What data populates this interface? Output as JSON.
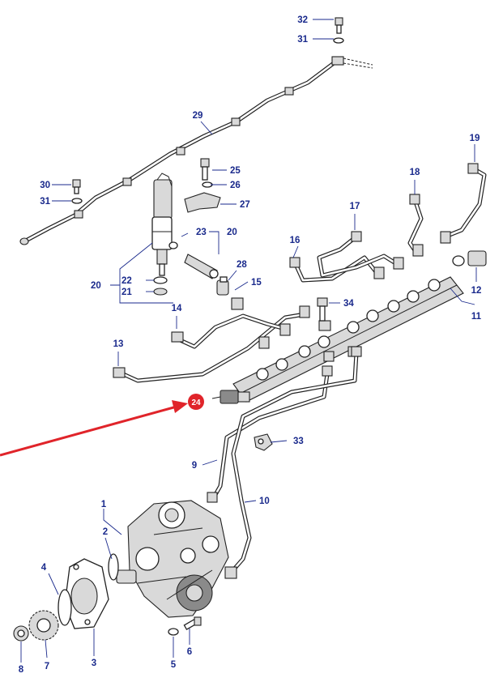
{
  "diagram": {
    "callouts": {
      "c32": "32",
      "c31a": "31",
      "c29": "29",
      "c30": "30",
      "c31b": "31",
      "c25": "25",
      "c26": "26",
      "c27": "27",
      "c23": "23",
      "c20a": "20",
      "c20b": "20",
      "c22": "22",
      "c21": "21",
      "c28": "28",
      "c15": "15",
      "c19": "19",
      "c18": "18",
      "c17": "17",
      "c16": "16",
      "c12": "12",
      "c11": "11",
      "c34": "34",
      "c14": "14",
      "c13": "13",
      "c24": "24",
      "c33": "33",
      "c9": "9",
      "c10": "10",
      "c1": "1",
      "c2": "2",
      "c4": "4",
      "c7": "7",
      "c8": "8",
      "c3": "3",
      "c5": "5",
      "c6": "6"
    },
    "highlight_color": "#e0242a",
    "callout_color": "#1a2a8c"
  }
}
